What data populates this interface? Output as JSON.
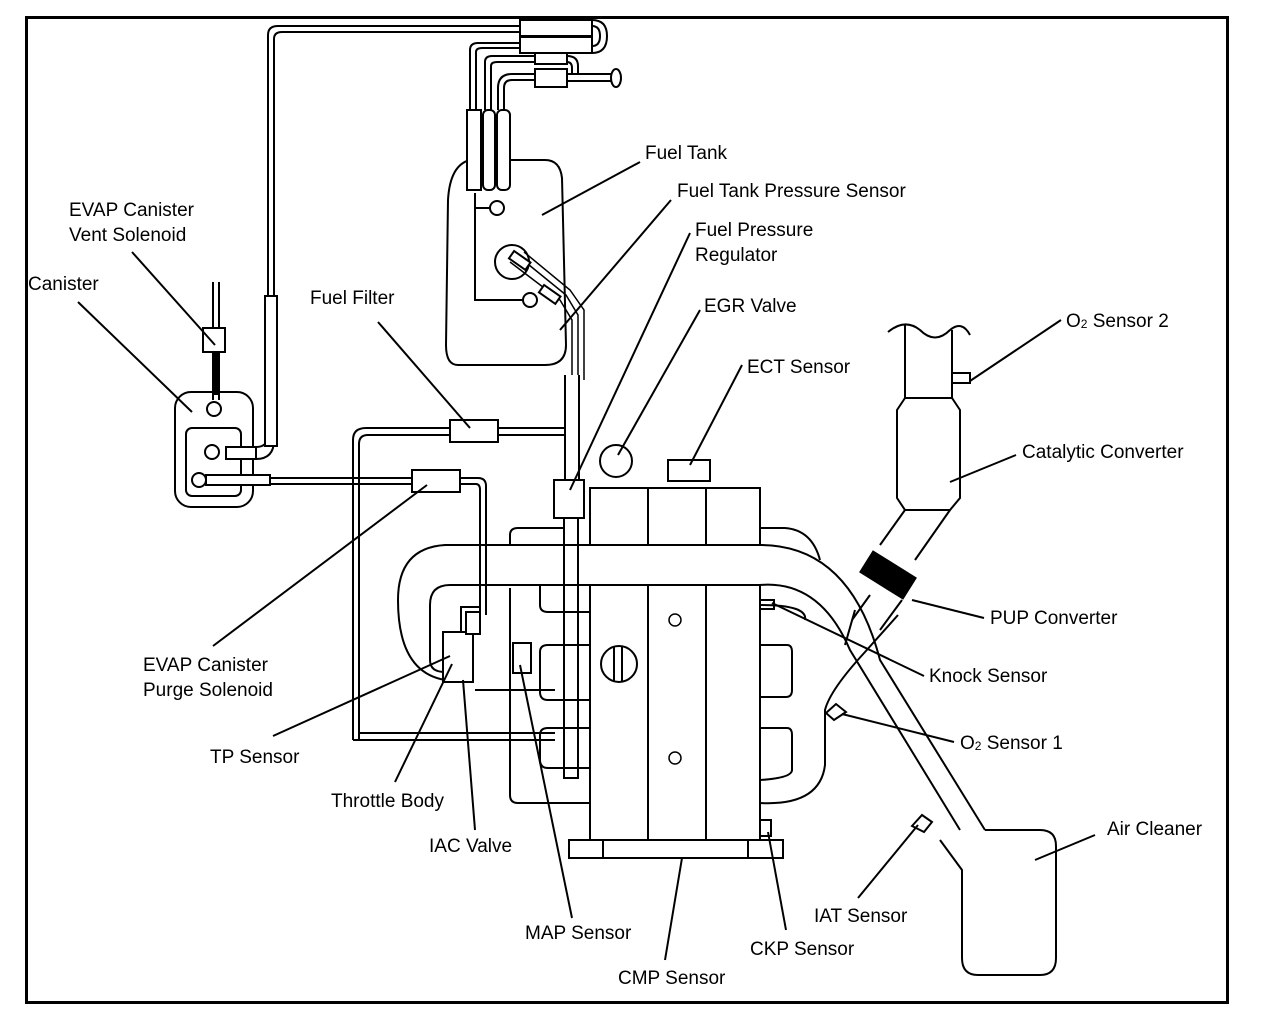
{
  "diagram": {
    "title": "Engine Emission Control Component Locations",
    "labels": {
      "evap_vent_line1": "EVAP Canister",
      "evap_vent_line2": "Vent Solenoid",
      "canister": "Canister",
      "fuel_filter": "Fuel Filter",
      "fuel_tank": "Fuel Tank",
      "fuel_tank_pressure_sensor": "Fuel Tank Pressure Sensor",
      "fuel_pressure_regulator_line1": "Fuel Pressure",
      "fuel_pressure_regulator_line2": "Regulator",
      "egr_valve": "EGR Valve",
      "ect_sensor": "ECT Sensor",
      "o2_sensor_2_prefix": "O",
      "o2_sensor_2_sub": "2",
      "o2_sensor_2_suffix": " Sensor 2",
      "catalytic_converter": "Catalytic Converter",
      "pup_converter": "PUP Converter",
      "knock_sensor": "Knock Sensor",
      "o2_sensor_1_prefix": "O",
      "o2_sensor_1_sub": "2",
      "o2_sensor_1_suffix": " Sensor 1",
      "air_cleaner": "Air Cleaner",
      "iat_sensor": "IAT Sensor",
      "ckp_sensor": "CKP Sensor",
      "cmp_sensor": "CMP Sensor",
      "map_sensor": "MAP Sensor",
      "iac_valve": "IAC Valve",
      "throttle_body": "Throttle Body",
      "tp_sensor": "TP Sensor",
      "evap_purge_line1": "EVAP Canister",
      "evap_purge_line2": "Purge Solenoid"
    }
  }
}
